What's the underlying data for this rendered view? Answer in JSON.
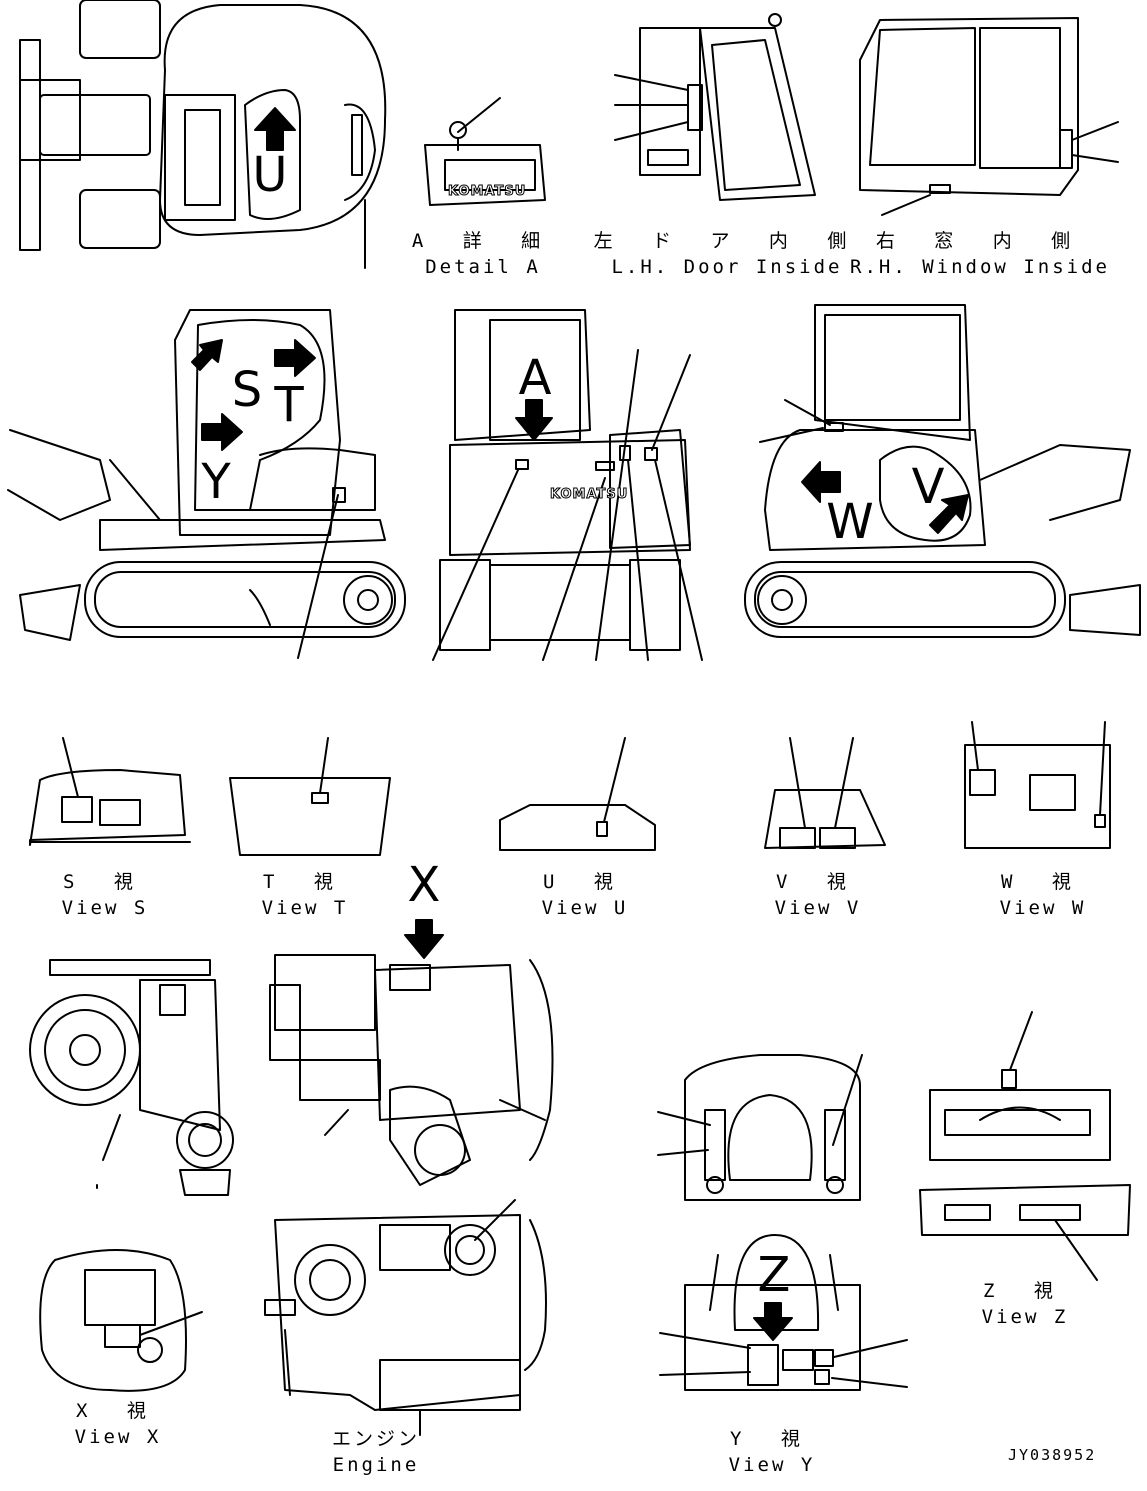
{
  "views": {
    "detail_a": {
      "jp": "A 詳 細",
      "en": "Detail A"
    },
    "lh_door": {
      "jp": "左 ド ア 内 側",
      "en": "L.H. Door Inside"
    },
    "rh_window": {
      "jp": "右 窓 内 側",
      "en": "R.H. Window Inside"
    },
    "view_s": {
      "jp": "S 視",
      "en": "View S"
    },
    "view_t": {
      "jp": "T 視",
      "en": "View T"
    },
    "view_u": {
      "jp": "U 視",
      "en": "View U"
    },
    "view_v": {
      "jp": "V 視",
      "en": "View V"
    },
    "view_w": {
      "jp": "W 視",
      "en": "View W"
    },
    "view_x": {
      "jp": "X 視",
      "en": "View X"
    },
    "view_y": {
      "jp": "Y 視",
      "en": "View Y"
    },
    "view_z": {
      "jp": "Z 視",
      "en": "View Z"
    },
    "engine": {
      "jp": "エンジン",
      "en": "Engine"
    }
  },
  "view_letters": {
    "u": "U",
    "s": "S",
    "t": "T",
    "y": "Y",
    "a": "A",
    "v": "V",
    "w": "W",
    "x": "X",
    "z": "Z"
  },
  "brand": "KOMATSU",
  "drawing_code": "JY038952"
}
